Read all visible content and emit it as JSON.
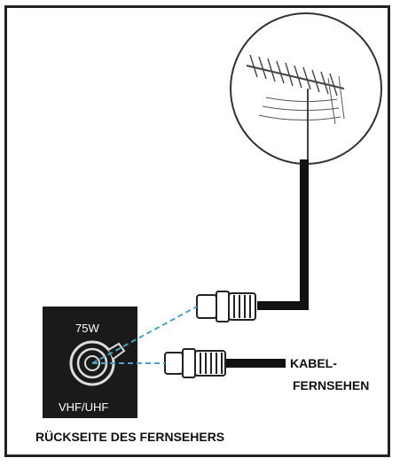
{
  "labels": {
    "impedance": "75W",
    "connector_type": "VHF/UHF",
    "cable_line1": "KABEL-",
    "cable_line2": "FERNSEHEN",
    "back_panel": "RÜCKSEITE DES FERNSEHERS"
  },
  "colors": {
    "frame": "#222222",
    "panel": "#1a1a1a",
    "dashed_link": "#4aa3c8",
    "cable": "#111111"
  }
}
